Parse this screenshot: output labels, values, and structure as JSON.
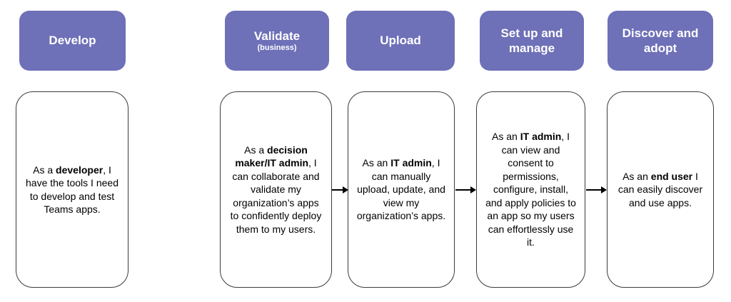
{
  "columns": [
    {
      "id": "develop",
      "header_title": "Develop",
      "card_segments": [
        {
          "t": "As a "
        },
        {
          "t": "developer",
          "b": true
        },
        {
          "t": ", I have the tools I need to develop and test Teams apps."
        }
      ]
    },
    {
      "id": "validate",
      "header_title": "Validate",
      "header_subtitle": "(business)",
      "card_segments": [
        {
          "t": "As a "
        },
        {
          "t": "decision maker/IT admin",
          "b": true
        },
        {
          "t": ", I can collaborate and validate my organization’s apps to confidently deploy them to my users."
        }
      ]
    },
    {
      "id": "upload",
      "header_title": "Upload",
      "card_segments": [
        {
          "t": "As an "
        },
        {
          "t": "IT admin",
          "b": true
        },
        {
          "t": ", I can manually upload, update, and view my organization’s apps."
        }
      ]
    },
    {
      "id": "setup-and-manage",
      "header_title": "Set up and manage",
      "card_segments": [
        {
          "t": "As an "
        },
        {
          "t": "IT admin",
          "b": true
        },
        {
          "t": ", I can view and consent to permissions, configure, install, and apply policies to an app so my users can effortlessly use it."
        }
      ]
    },
    {
      "id": "discover-and-adopt",
      "header_title": "Discover and adopt",
      "card_segments": [
        {
          "t": "As an "
        },
        {
          "t": "end user",
          "b": true
        },
        {
          "t": " I can easily discover and use apps."
        }
      ]
    }
  ],
  "colors": {
    "header_bg": "#6E70B8",
    "header_text": "#FFFFFF",
    "card_border": "#3B3B3B",
    "card_text": "#000000"
  }
}
